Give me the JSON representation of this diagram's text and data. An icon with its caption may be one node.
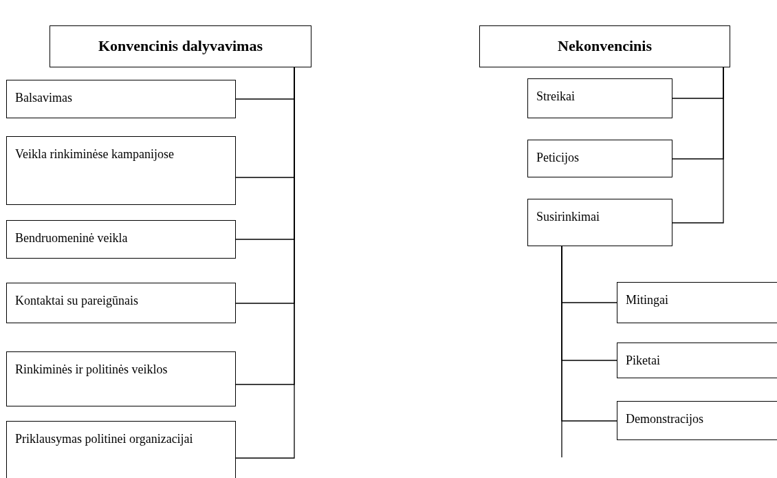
{
  "diagram": {
    "nodes": [
      {
        "text": [
          "Konvencinis dalyvavimas"
        ]
      },
      {
        "text": [
          "Balsavimas"
        ]
      },
      {
        "text": [
          "Veikla rinkiminėse kampanijose"
        ]
      },
      {
        "text": [
          "Bendruomeninė veikla"
        ]
      },
      {
        "text": [
          "Kontaktai su pareigūnais"
        ]
      },
      {
        "text": [
          "Rinkiminės ir politinės veiklos"
        ]
      },
      {
        "text": [
          "Priklausymas politinei organizacijai"
        ]
      },
      {
        "text": [
          "Nekonvencinis"
        ]
      },
      {
        "text": [
          "Streikai"
        ]
      },
      {
        "text": [
          "Peticijos"
        ]
      },
      {
        "text": [
          "Susirinkimai"
        ]
      },
      {
        "text": [
          "Mitingai"
        ]
      },
      {
        "text": [
          "Piketai"
        ]
      },
      {
        "text": [
          "Demonstracijos"
        ]
      }
    ],
    "edges": [
      {
        "from": 0,
        "to": 1,
        "arrow": "none"
      },
      {
        "from": 0,
        "to": 2,
        "arrow": "none"
      },
      {
        "from": 0,
        "to": 3,
        "arrow": "none"
      },
      {
        "from": 0,
        "to": 4,
        "arrow": "none"
      },
      {
        "from": 0,
        "to": 5,
        "arrow": "none"
      },
      {
        "from": 0,
        "to": 6,
        "arrow": "none"
      },
      {
        "from": 7,
        "to": 8,
        "arrow": "none"
      },
      {
        "from": 7,
        "to": 9,
        "arrow": "none"
      },
      {
        "from": 7,
        "to": 10,
        "arrow": "none"
      },
      {
        "from": 10,
        "to": 11,
        "arrow": "none"
      },
      {
        "from": 10,
        "to": 12,
        "arrow": "none"
      },
      {
        "from": 10,
        "to": 13,
        "arrow": "none"
      },
      {
        "from": 10,
        "to": null,
        "arrow": "none"
      }
    ]
  }
}
